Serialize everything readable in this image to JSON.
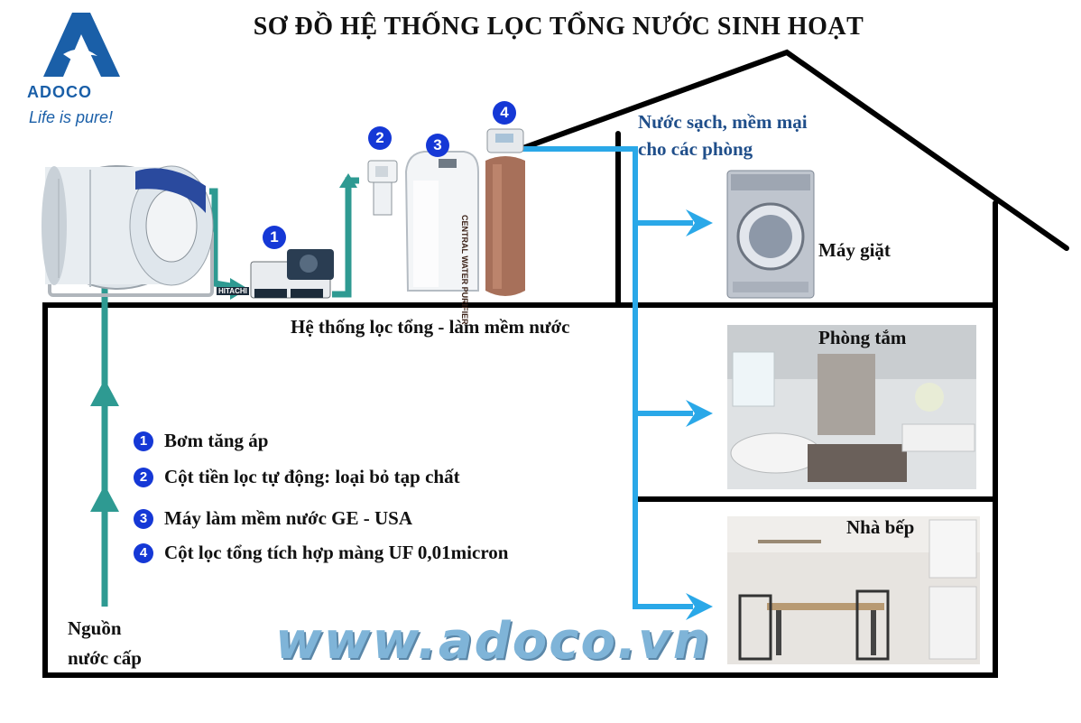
{
  "title": "SƠ ĐỒ HỆ THỐNG LỌC TỔNG NƯỚC SINH HOẠT",
  "logo": {
    "name": "ADOCO",
    "slogan": "Life is pure!"
  },
  "system_label": "Hệ thống lọc tổng - làm mềm nước",
  "clean_water": {
    "line1": "Nước sạch, mềm mại",
    "line2": "cho các phòng"
  },
  "badges": [
    "1",
    "2",
    "3",
    "4"
  ],
  "rooms": {
    "washing": "Máy giặt",
    "bathroom": "Phòng tắm",
    "kitchen": "Nhà bếp"
  },
  "legend": [
    {
      "num": "1",
      "text": "Bơm tăng áp"
    },
    {
      "num": "2",
      "text": "Cột tiền lọc tự động: loại bỏ tạp chất"
    },
    {
      "num": "3",
      "text": "Máy làm mềm nước GE - USA"
    },
    {
      "num": "4",
      "text": "Cột lọc tổng tích hợp màng UF 0,01micron"
    }
  ],
  "source": {
    "line1": "Nguồn",
    "line2": "nước cấp"
  },
  "pump_brand": "HITACHI",
  "purifier_text": "CENTRAL WATER PURIFIER",
  "website": "www.adoco.vn",
  "colors": {
    "teal_pipe": "#2e9a92",
    "clean_pipe": "#2aa8e8",
    "badge": "#1538d6",
    "brand": "#1a5fa8"
  }
}
